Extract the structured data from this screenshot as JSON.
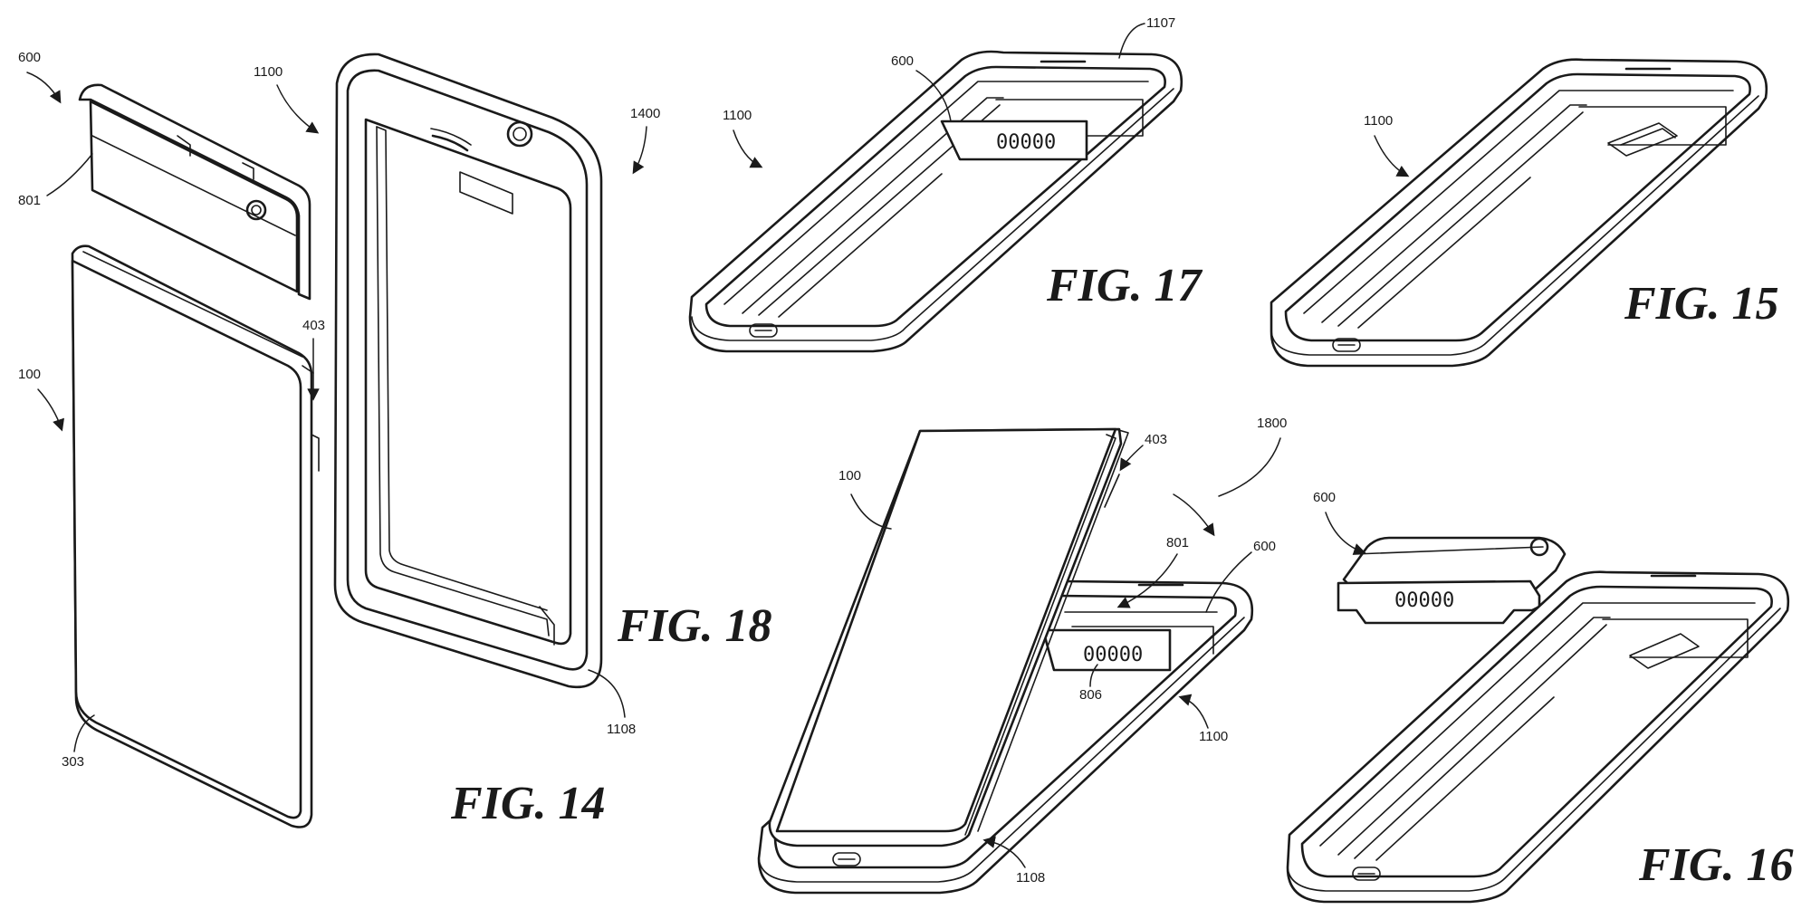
{
  "figures": [
    {
      "label": "FIG. 14"
    },
    {
      "label": "FIG. 18"
    },
    {
      "label": "FIG. 17"
    },
    {
      "label": "FIG. 15"
    },
    {
      "label": "FIG. 16"
    }
  ],
  "refs": {
    "fig14": {
      "r600": "600",
      "r801": "801",
      "r100": "100",
      "r403": "403",
      "r303": "303",
      "r1100": "1100"
    },
    "fig18": {
      "r1400": "1400",
      "r1108": "1108"
    },
    "fig17": {
      "r600": "600",
      "r1107": "1107",
      "r1100": "1100"
    },
    "fig15": {
      "r1100": "1100"
    },
    "fig16": {
      "r100": "100",
      "r403": "403",
      "r1800": "1800",
      "r801": "801",
      "r600": "600",
      "r806": "806",
      "r1100": "1100",
      "r1108": "1108",
      "r600b": "600"
    }
  },
  "contacts": "00000"
}
